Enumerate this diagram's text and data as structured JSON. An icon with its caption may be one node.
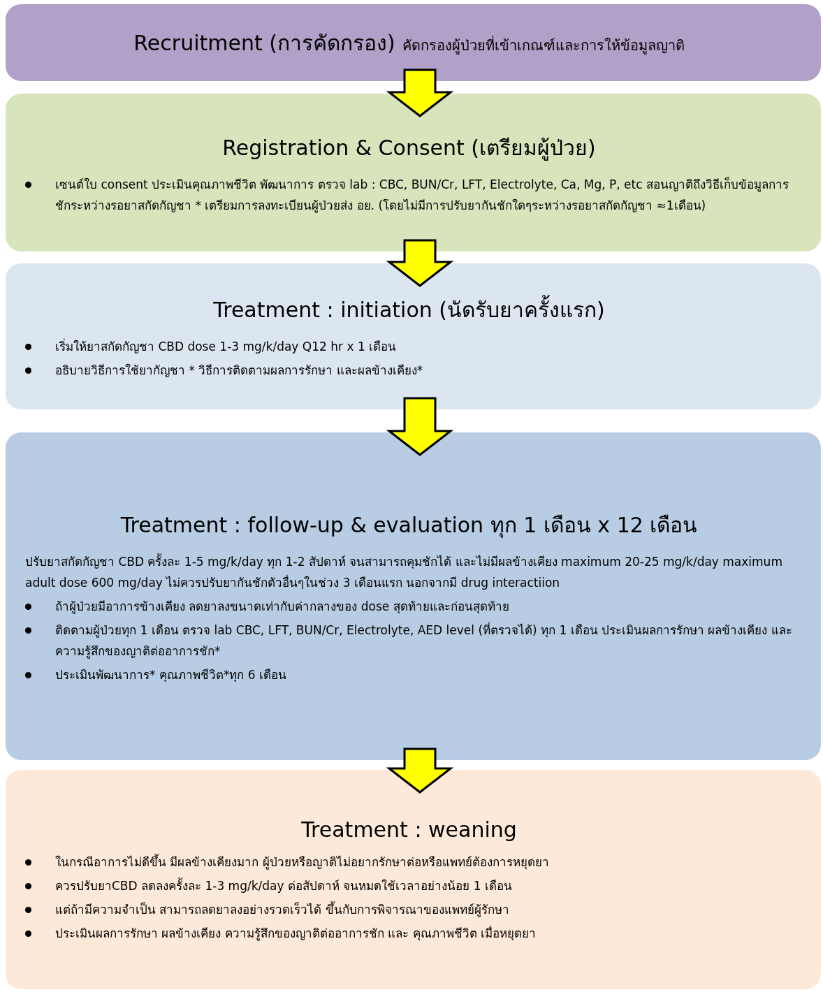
{
  "diagram": {
    "nodes": [
      {
        "text": [
          "Recruitment (การคัดกรอง)",
          "คัดกรองผู้ป่วยที่เข้าเกณฑ์และการให้ข้อมูลญาติ"
        ]
      },
      {
        "text": [
          "Registration & Consent (เตรียมผู้ป่วย)",
          "เซนต์ใบ consent ประเมินคุณภาพชีวิต พัฒนาการ  ตรวจ lab : CBC, BUN/Cr, LFT, Electrolyte, Ca, Mg, P, etc  สอนญาติถึงวิธีเก็บข้อมูลการชักระหว่างรอยาสกัดกัญชา  * เตรียมการลงทะเบียนผู้ป่วยส่ง อย. (โดยไม่มีการปรับยากันชักใดๆระหว่างรอยาสกัดกัญชา ≈1เดือน)"
        ]
      },
      {
        "text": [
          "Treatment : initiation  (นัดรับยาครั้งแรก)",
          "เริ่มให้ยาสกัดกัญชา CBD dose 1-3 mg/k/day  Q12 hr x 1 เดือน",
          "อธิบายวิธีการใช้ยากัญชา *  วิธีการติดตามผลการรักษา และผลข้างเคียง*"
        ]
      },
      {
        "text": [
          "Treatment : follow-up & evaluation ทุก 1 เดือน x 12 เดือน",
          "ปรับยาสกัดกัญชา CBD ครั้งละ 1-5 mg/k/day ทุก 1-2 สัปดาห์ จนสามารถคุมชักได้  และไม่มีผลข้างเคียง maximum 20-25 mg/k/day maximum adult dose 600 mg/day ไม่ควรปรับยากันชักตัวอื่นๆในช่วง 3 เดือนแรก นอกจากมี drug interactiion",
          "ถ้าผู้ป่วยมีอาการข้างเคียง ลดยาลงขนาดเท่ากับค่ากลางของ dose สุดท้ายและก่อนสุดท้าย",
          "ติดตามผู้ป่วยทุก 1 เดือน ตรวจ lab CBC, LFT, BUN/Cr, Electrolyte, AED level (ที่ตรวจได้) ทุก 1 เดือน ประเมินผลการรักษา ผลข้างเคียง และ ความรู้สึกของญาติต่ออาการชัก*",
          "ประเมินพัฒนาการ*  คุณภาพชีวิต*ทุก 6 เดือน"
        ]
      },
      {
        "text": [
          "Treatment : weaning",
          "ในกรณีอาการไม่ดีขึ้น มีผลข้างเคียงมาก ผู้ป่วยหรือญาติไม่อยากรักษาต่อหรือแพทย์ต้องการหยุดยา",
          "ควรปรับยาCBD ลดลงครั้งละ 1-3 mg/k/day ต่อสัปดาห์ จนหมดใช้เวลาอย่างน้อย 1 เดือน",
          "แต่ถ้ามีความจำเป็น สามารถลดยาลงอย่างรวดเร็วได้ ขึ้นกับการพิจารณาของแพทย์ผู้รักษา",
          "ประเมินผลการรักษา ผลข้างเคียง ความรู้สึกของญาติต่ออาการชัก และ คุณภาพชีวิต เมื่อหยุดยา"
        ]
      }
    ],
    "edges": [
      {
        "from": 0,
        "to": 1,
        "arrow": "to"
      },
      {
        "from": 1,
        "to": 2,
        "arrow": "to"
      },
      {
        "from": 2,
        "to": 3,
        "arrow": "to"
      },
      {
        "from": 3,
        "to": 4,
        "arrow": "to"
      }
    ]
  }
}
